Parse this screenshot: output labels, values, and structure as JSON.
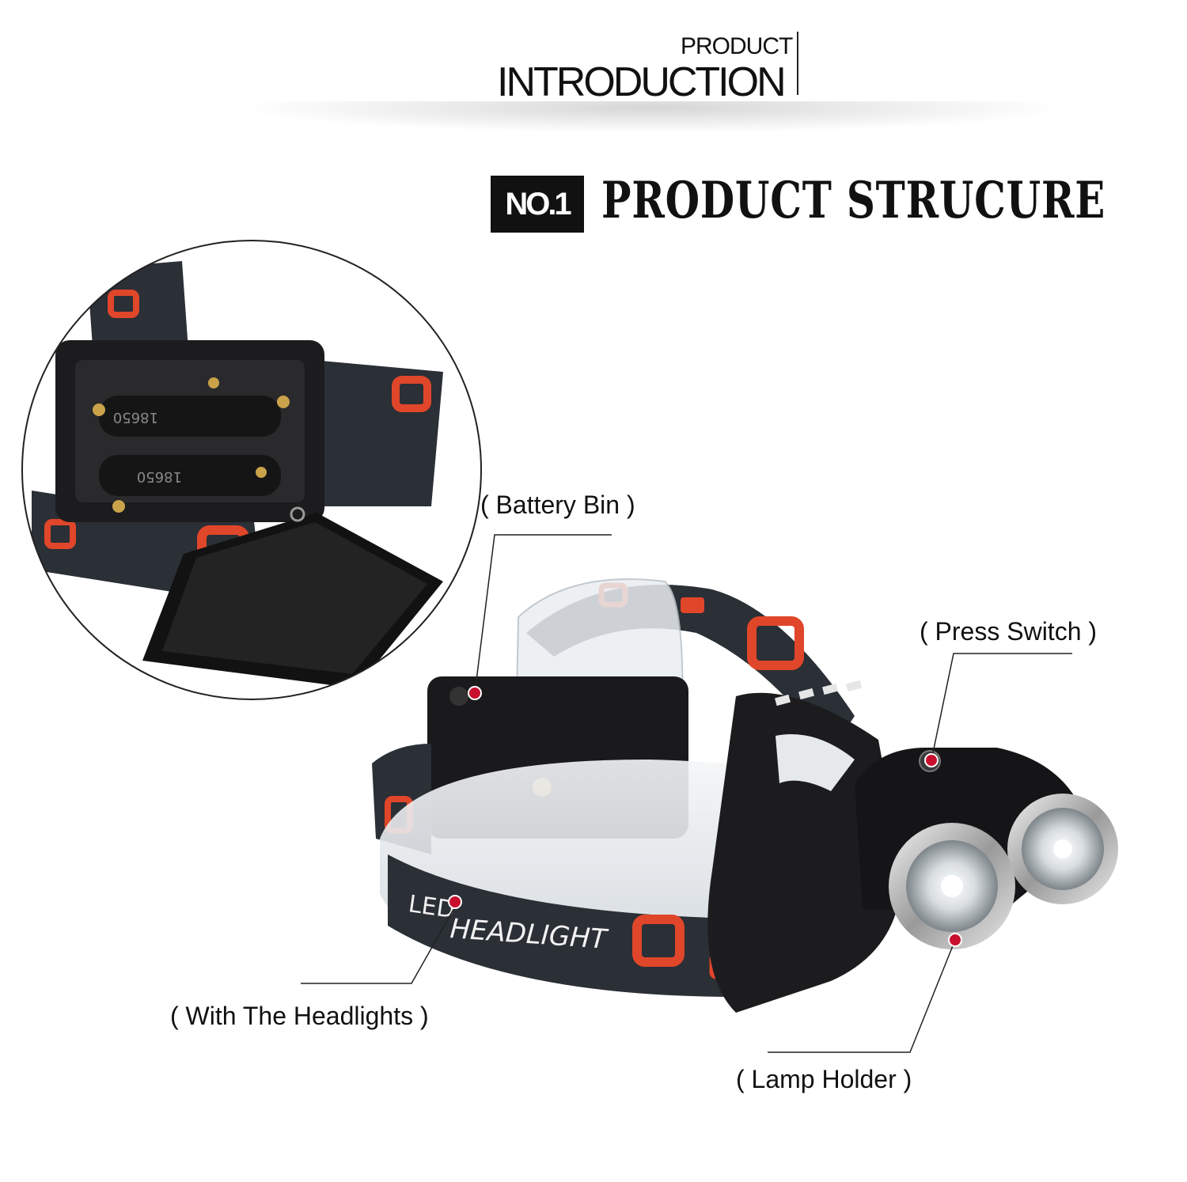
{
  "header": {
    "small": "PRODUCT",
    "big": "INTRODUCTION"
  },
  "section": {
    "badge": "NO.1",
    "title": "PRODUCT STRUCURE"
  },
  "callouts": {
    "battery_bin": "( Battery Bin )",
    "press_switch": "( Press Switch )",
    "with_headlights": "( With The Headlights )",
    "lamp_holder": "( Lamp Holder )"
  },
  "battery_labels": [
    "18650",
    "18650"
  ],
  "strap_text": {
    "main": "HEADLIGHT",
    "led": "LED"
  },
  "colors": {
    "accent_red": "#e0462a",
    "strap_dark": "#2b2f36",
    "housing_black": "#1c1c1e",
    "callout_dot": "#c8102e"
  }
}
